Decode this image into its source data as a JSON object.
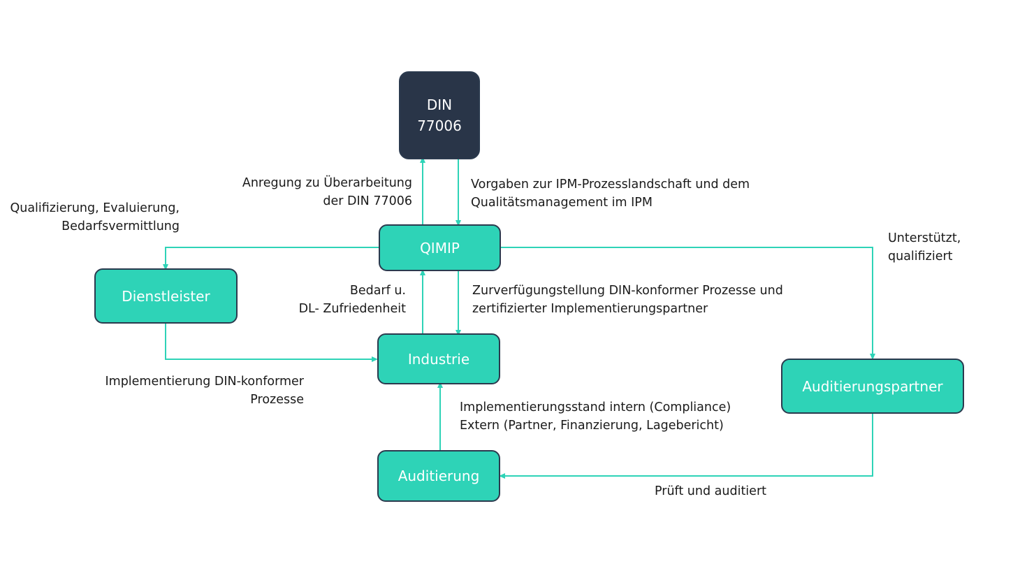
{
  "nodes": {
    "din": {
      "line1": "DIN",
      "line2": "77006"
    },
    "qimip": "QIMIP",
    "dienstleister": "Dienstleister",
    "industrie": "Industrie",
    "auditierung": "Auditierung",
    "auditierungspartner": "Auditierungspartner"
  },
  "labels": {
    "anregung": {
      "line1": "Anregung zu Überarbeitung",
      "line2": "der DIN 77006"
    },
    "vorgaben": {
      "line1": "Vorgaben zur IPM-Prozesslandschaft und dem",
      "line2": "Qualitätsmanagement im IPM"
    },
    "qualifizierung": {
      "line1": "Qualifizierung, Evaluierung,",
      "line2": "Bedarfsvermittlung"
    },
    "unterstuetzt": {
      "line1": "Unterstützt,",
      "line2": "qualifiziert"
    },
    "bedarf": {
      "line1": "Bedarf u.",
      "line2": "DL- Zufriedenheit"
    },
    "zurverfuegung": {
      "line1": "Zurverfügungstellung DIN-konformer Prozesse und",
      "line2": "zertifizierter Implementierungspartner"
    },
    "implementierung": {
      "line1": "Implementierung DIN-konformer",
      "line2": "Prozesse"
    },
    "stand": {
      "line1": "Implementierungsstand intern (Compliance)",
      "line2": "Extern (Partner, Finanzierung, Lagebericht)"
    },
    "prueft": "Prüft und auditiert"
  },
  "colors": {
    "teal": "#2ed3b7",
    "dark": "#293548",
    "line": "#2ed3b7",
    "border": "#2b3a4e"
  }
}
